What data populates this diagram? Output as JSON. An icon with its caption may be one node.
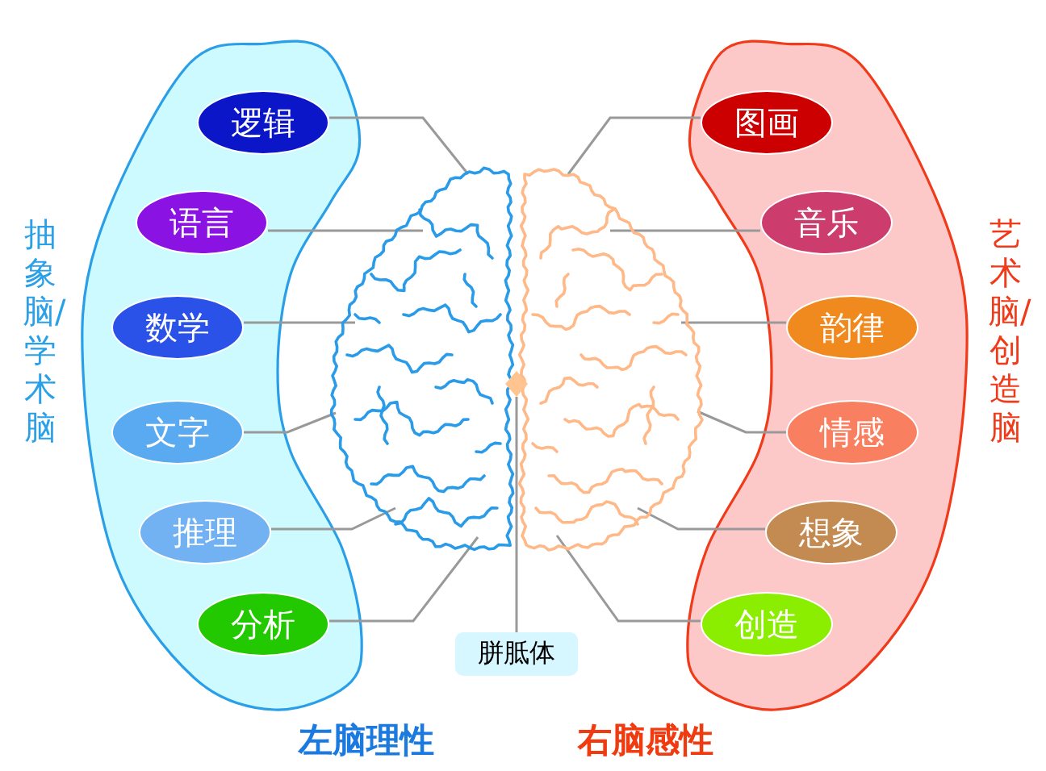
{
  "diagram": {
    "nodes": [
      {
        "text": [
          "抽象脑/学术脑"
        ]
      },
      {
        "text": [
          "逻辑"
        ],
        "in": 0
      },
      {
        "text": [
          "语言"
        ],
        "in": 0
      },
      {
        "text": [
          "数学"
        ],
        "in": 0
      },
      {
        "text": [
          "文字"
        ],
        "in": 0
      },
      {
        "text": [
          "推理"
        ],
        "in": 0
      },
      {
        "text": [
          "分析"
        ],
        "in": 0
      },
      {
        "text": [
          "艺术脑/创造脑"
        ]
      },
      {
        "text": [
          "图画"
        ],
        "in": 7
      },
      {
        "text": [
          "音乐"
        ],
        "in": 7
      },
      {
        "text": [
          "韵律"
        ],
        "in": 7
      },
      {
        "text": [
          "情感"
        ],
        "in": 7
      },
      {
        "text": [
          "想象"
        ],
        "in": 7
      },
      {
        "text": [
          "创造"
        ],
        "in": 7
      },
      {
        "text": [],
        "shape": "picture"
      },
      {
        "text": [],
        "shape": "picture"
      },
      {
        "text": [
          "胼胝体"
        ]
      },
      {
        "text": [],
        "shape": "diamond"
      }
    ],
    "edges": [
      {
        "from": 1,
        "to": 14,
        "arrow": "none"
      },
      {
        "from": 2,
        "to": 14,
        "arrow": "none"
      },
      {
        "from": 3,
        "to": 14,
        "arrow": "none"
      },
      {
        "from": 4,
        "to": 14,
        "arrow": "none"
      },
      {
        "from": 5,
        "to": 14,
        "arrow": "none"
      },
      {
        "from": 6,
        "to": 14,
        "arrow": "none"
      },
      {
        "from": 8,
        "to": 15,
        "arrow": "none"
      },
      {
        "from": 9,
        "to": 15,
        "arrow": "none"
      },
      {
        "from": 10,
        "to": 15,
        "arrow": "none"
      },
      {
        "from": 11,
        "to": 15,
        "arrow": "none"
      },
      {
        "from": 12,
        "to": 15,
        "arrow": "none"
      },
      {
        "from": 13,
        "to": 15,
        "arrow": "none"
      },
      {
        "from": 16,
        "to": 17,
        "arrow": "none"
      }
    ],
    "labels": [
      "左脑理性",
      "右脑感性"
    ]
  }
}
